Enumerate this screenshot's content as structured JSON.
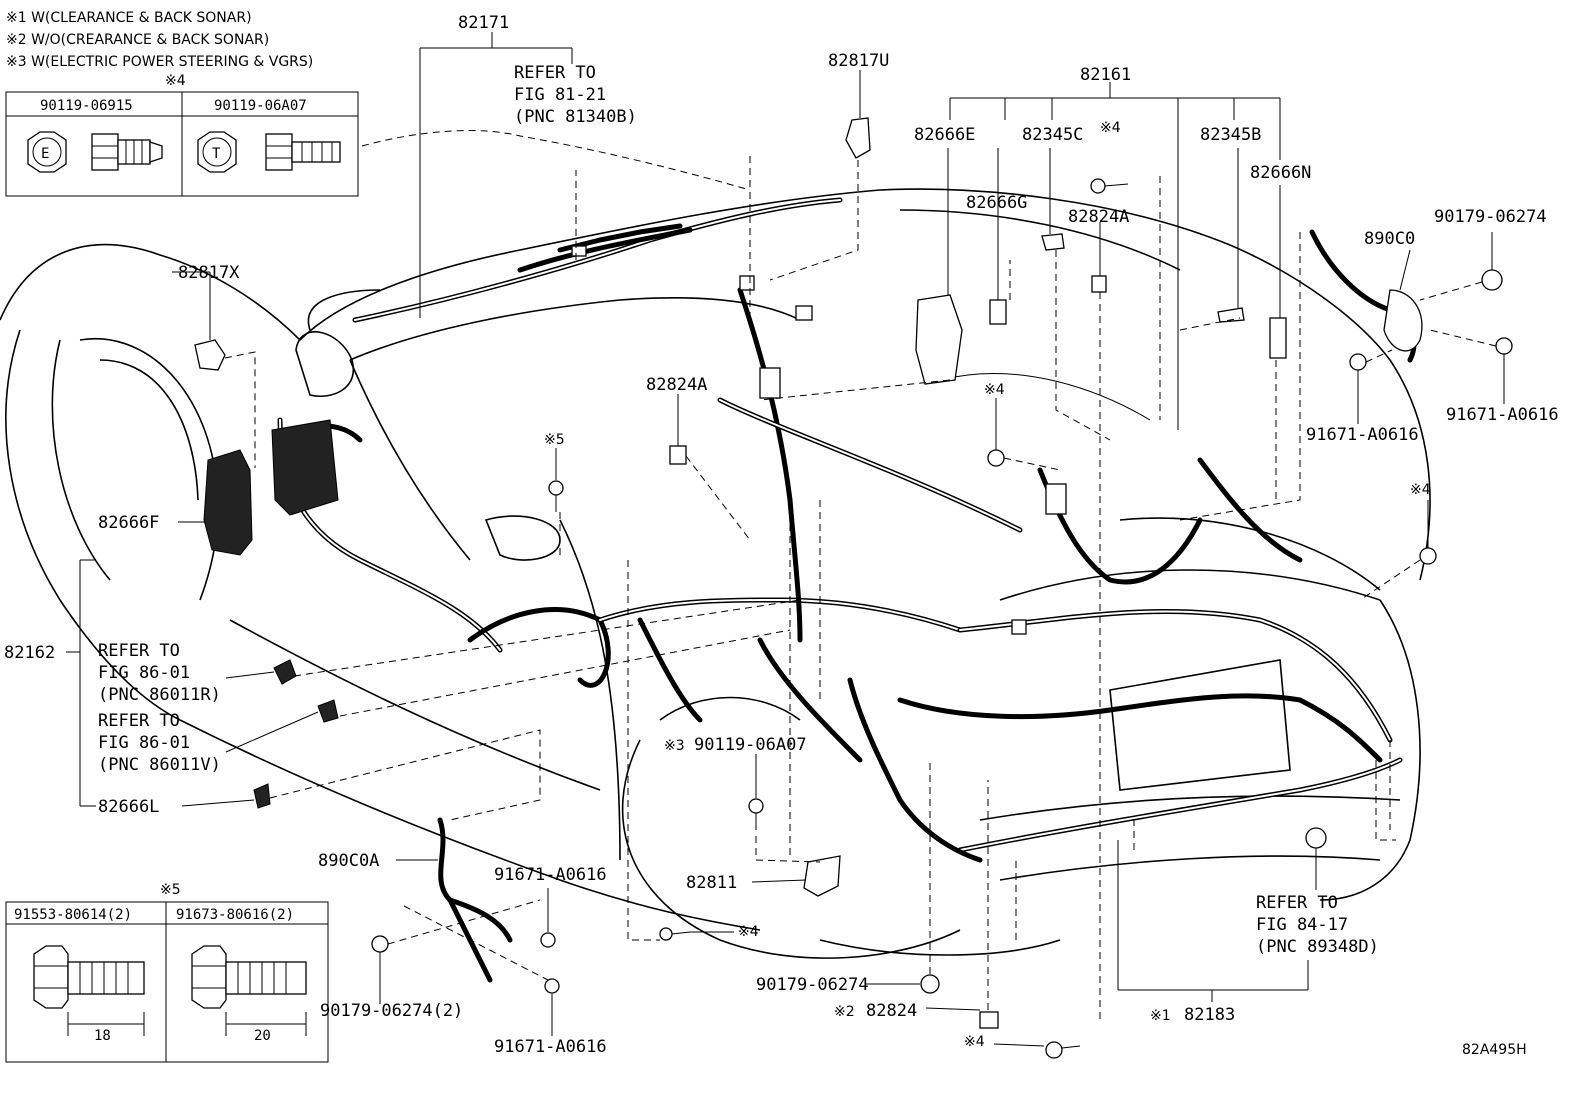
{
  "notes": {
    "n1": "※1 W(CLEARANCE & BACK SONAR)",
    "n2": "※2 W/O(CREARANCE & BACK SONAR)",
    "n3": "※3 W(ELECTRIC POWER STEERING & VGRS)"
  },
  "table_top": {
    "marker": "※4",
    "col1": {
      "part": "90119-06915",
      "letter": "E"
    },
    "col2": {
      "part": "90119-06A07",
      "letter": "T"
    }
  },
  "table_bottom": {
    "marker": "※5",
    "col1": {
      "part": "91553-80614(2)",
      "dim": "18"
    },
    "col2": {
      "part": "91673-80616(2)",
      "dim": "20"
    }
  },
  "labels": {
    "p82171": "82171",
    "p82817U": "82817U",
    "p82161": "82161",
    "p82666E": "82666E",
    "p82345C": "82345C",
    "p82345B": "82345B",
    "p82666N": "82666N",
    "p82666G": "82666G",
    "p82824A_top": "82824A",
    "p90179_top": "90179-06274",
    "p890C0": "890C0",
    "p91671_a": "91671-A0616",
    "p91671_b": "91671-A0616",
    "p82817X": "82817X",
    "p82824A_mid": "82824A",
    "p82666F": "82666F",
    "p82162": "82162",
    "p82666L": "82666L",
    "p90119_mid": "90119-06A07",
    "p82811": "82811",
    "p890C0A": "890C0A",
    "p91671_c": "91671-A0616",
    "p90179_left": "90179-06274(2)",
    "p91671_d": "91671-A0616",
    "p90179_bottom": "90179-06274",
    "p82824_bottom": "82824",
    "p82183": "82183",
    "diagram_code": "82A495H"
  },
  "markers": {
    "m4": "※4",
    "m5": "※5",
    "m3": "※3",
    "m2": "※2",
    "m1": "※1"
  },
  "refers": {
    "r1": {
      "l1": "REFER TO",
      "l2": "FIG 81-21",
      "l3": "(PNC 81340B)"
    },
    "r2": {
      "l1": "REFER TO",
      "l2": "FIG 86-01",
      "l3": "(PNC 86011R)"
    },
    "r3": {
      "l1": "REFER TO",
      "l2": "FIG 86-01",
      "l3": "(PNC 86011V)"
    },
    "r4": {
      "l1": "REFER TO",
      "l2": "FIG 84-17",
      "l3": "(PNC 89348D)"
    }
  }
}
